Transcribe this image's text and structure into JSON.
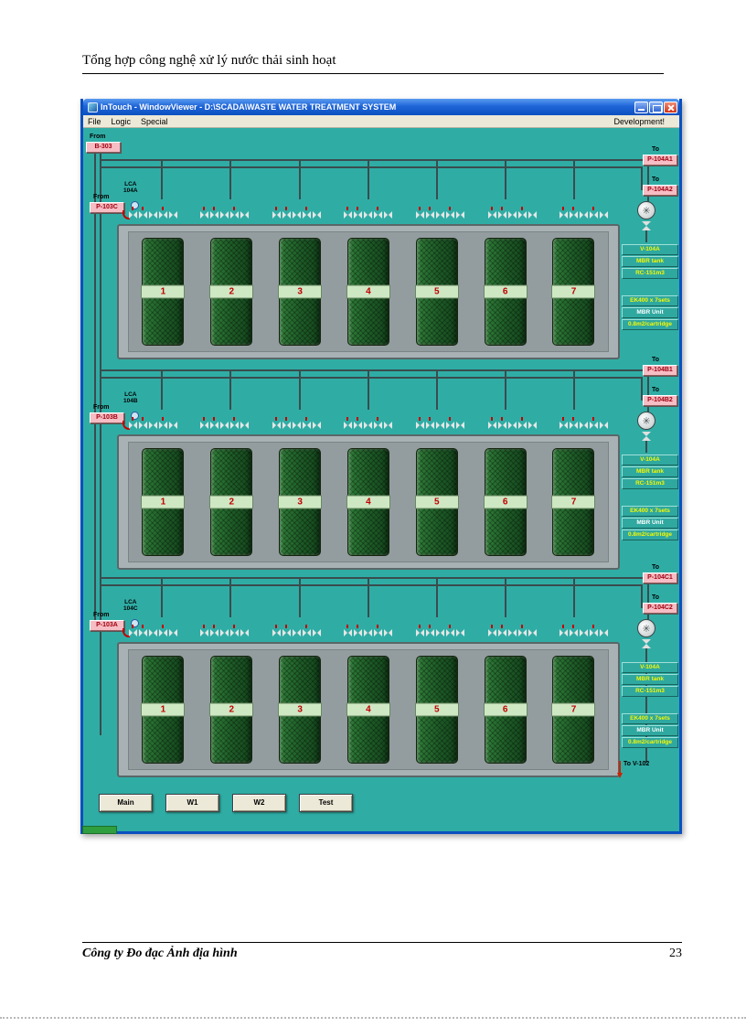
{
  "doc": {
    "header": "Tổng hợp công nghệ xử lý nước thải sinh hoạt",
    "footer": "Công ty Đo đạc Ảnh địa hình",
    "page_number": "23"
  },
  "window": {
    "title": "InTouch - WindowViewer - D:\\SCADA\\WASTE WATER TREATMENT SYSTEM",
    "menus": [
      "File",
      "Logic",
      "Special"
    ],
    "dev_menu": "Development!"
  },
  "colors": {
    "canvas_teal": "#2fada5",
    "titlebar_blue": "#0a50c0",
    "tag_pink": "#f6bdc4",
    "tag_text_red": "#a00010",
    "tank_green": "#1d5a26",
    "tank_number_red": "#c00000",
    "info_text_yellow": "#f8f800",
    "basin_gray": "#a8b2b4"
  },
  "icons": {
    "valve": "bowtie",
    "pump": "circle-fan",
    "outlet": "red-down-arrow"
  },
  "scada": {
    "source": {
      "label": "From",
      "tag": "B-303"
    },
    "outlet_label": "To V-102",
    "buttons": [
      "Main",
      "W1",
      "W2",
      "Test"
    ],
    "trains": [
      {
        "from_label": "From",
        "from_tag": "P-103C",
        "lca_line1": "LCA",
        "lca_line2": "104A",
        "to1_label": "To",
        "to1_tag": "P-104A1",
        "to2_label": "To",
        "to2_tag": "P-104A2",
        "tanks": [
          "1",
          "2",
          "3",
          "4",
          "5",
          "6",
          "7"
        ],
        "info": {
          "name": "V-104A",
          "type": "MBR tank",
          "capacity": "RC-151m3",
          "spec1": "EK400 x 7sets",
          "spec2": "MBR Unit",
          "spec3": "0.8m2/cartridge"
        }
      },
      {
        "from_label": "From",
        "from_tag": "P-103B",
        "lca_line1": "LCA",
        "lca_line2": "104B",
        "to1_label": "To",
        "to1_tag": "P-104B1",
        "to2_label": "To",
        "to2_tag": "P-104B2",
        "tanks": [
          "1",
          "2",
          "3",
          "4",
          "5",
          "6",
          "7"
        ],
        "info": {
          "name": "V-104A",
          "type": "MBR tank",
          "capacity": "RC-151m3",
          "spec1": "EK400 x 7sets",
          "spec2": "MBR Unit",
          "spec3": "0.8m2/cartridge"
        }
      },
      {
        "from_label": "From",
        "from_tag": "P-103A",
        "lca_line1": "LCA",
        "lca_line2": "104C",
        "to1_label": "To",
        "to1_tag": "P-104C1",
        "to2_label": "To",
        "to2_tag": "P-104C2",
        "tanks": [
          "1",
          "2",
          "3",
          "4",
          "5",
          "6",
          "7"
        ],
        "info": {
          "name": "V-104A",
          "type": "MBR tank",
          "capacity": "RC-151m3",
          "spec1": "EK400 x 7sets",
          "spec2": "MBR Unit",
          "spec3": "0.8m2/cartridge"
        }
      }
    ]
  }
}
